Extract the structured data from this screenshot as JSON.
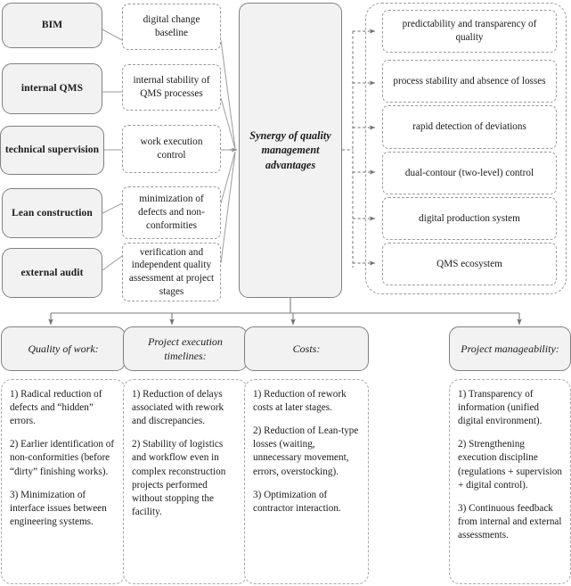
{
  "diagram": {
    "title": "Synergy of quality management advantages",
    "colors": {
      "box_fill": "#f2f2f2",
      "box_border": "#808080",
      "dashed_border": "#9a9a9a",
      "connector": "#8c8c8c",
      "text": "#1a1a1a"
    },
    "sources": [
      {
        "label": "BIM"
      },
      {
        "label": "internal QMS"
      },
      {
        "label": "technical supervision"
      },
      {
        "label": "Lean construction"
      },
      {
        "label": "external audit"
      }
    ],
    "mechanisms": [
      {
        "label": "digital change baseline"
      },
      {
        "label": "internal stability of QMS processes"
      },
      {
        "label": "work execution control"
      },
      {
        "label": "minimization of defects and non-conformities"
      },
      {
        "label": "verification and independent quality assessment at project stages"
      }
    ],
    "center": {
      "label": "Synergy of quality management advantages"
    },
    "advantages": [
      {
        "label": "predictability and transparency of quality"
      },
      {
        "label": "process stability and absence of losses"
      },
      {
        "label": "rapid detection of deviations"
      },
      {
        "label": "dual-contour (two-level) control"
      },
      {
        "label": "digital production system"
      },
      {
        "label": "QMS ecosystem"
      }
    ],
    "outcomes": [
      {
        "heading": "Quality of work:",
        "items": [
          "1) Radical reduction of defects and “hidden” errors.",
          "2) Earlier identification of non-conformities (before “dirty” finishing works).",
          "3) Minimization of interface issues between engineering systems."
        ]
      },
      {
        "heading": "Project execution timelines:",
        "items": [
          "1) Reduction of delays associated with rework and discrepancies.",
          "2) Stability of logistics and workflow even in complex reconstruction projects performed without stopping the facility."
        ]
      },
      {
        "heading": "Costs:",
        "items": [
          "1) Reduction of rework costs at later stages.",
          "2) Reduction of Lean-type losses (waiting, unnecessary movement, errors, overstocking).",
          "3) Optimization of contractor interaction."
        ]
      },
      {
        "heading": "Project manageability:",
        "items": [
          "1) Transparency of information (unified digital environment).",
          "2) Strengthening execution discipline (regulations + supervision + digital control).",
          "3) Continuous feedback from internal and external assessments."
        ]
      }
    ]
  }
}
